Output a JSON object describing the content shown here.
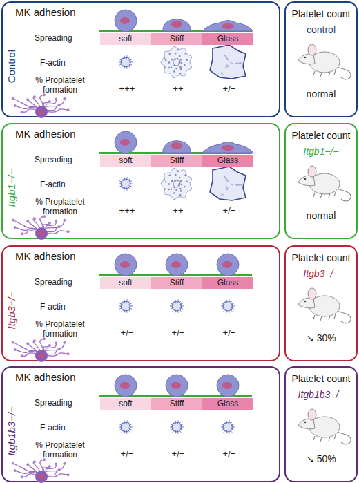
{
  "diagram": {
    "nodes": [
      {
        "text": [
          "MK adhesion",
          "Control",
          "Spreading",
          "F-actin",
          "% Proplatelet formation",
          "+++",
          "++",
          "+/−"
        ]
      },
      {
        "text": [
          "soft"
        ],
        "in": 0
      },
      {
        "text": [
          "Stiff"
        ],
        "in": 0
      },
      {
        "text": [
          "Glass"
        ],
        "in": 0
      },
      {
        "text": [
          "Platelet count",
          "control",
          "normal"
        ]
      },
      {
        "text": [
          "MK adhesion",
          "Itgb1−/−",
          "Spreading",
          "F-actin",
          "% Proplatelet formation",
          "+++",
          "++",
          "+/−"
        ]
      },
      {
        "text": [
          "soft"
        ],
        "in": 5
      },
      {
        "text": [
          "Stiff"
        ],
        "in": 5
      },
      {
        "text": [
          "Glass"
        ],
        "in": 5
      },
      {
        "text": [
          "Platelet count",
          "Itgb1−/−",
          "normal"
        ]
      },
      {
        "text": [
          "MK adhesion",
          "Itgb3−/−",
          "Spreading",
          "F-actin",
          "% Proplatelet formation",
          "+/−",
          "+/−",
          "+/−"
        ]
      },
      {
        "text": [
          "soft"
        ],
        "in": 10
      },
      {
        "text": [
          "Stiff"
        ],
        "in": 10
      },
      {
        "text": [
          "Glass"
        ],
        "in": 10
      },
      {
        "text": [
          "Platelet count",
          "Itgb3−/−",
          "↘ 30%"
        ]
      },
      {
        "text": [
          "MK adhesion",
          "Itgb1b3−/−",
          "Spreading",
          "F-actin",
          "% Proplatelet formation",
          "+/−",
          "+/−",
          "+/−"
        ]
      },
      {
        "text": [
          "soft"
        ],
        "in": 15
      },
      {
        "text": [
          "Stiff"
        ],
        "in": 15
      },
      {
        "text": [
          "Glass"
        ],
        "in": 15
      },
      {
        "text": [
          "Platelet count",
          "Itgb1b3−/−",
          "↘ 50%"
        ]
      }
    ]
  }
}
